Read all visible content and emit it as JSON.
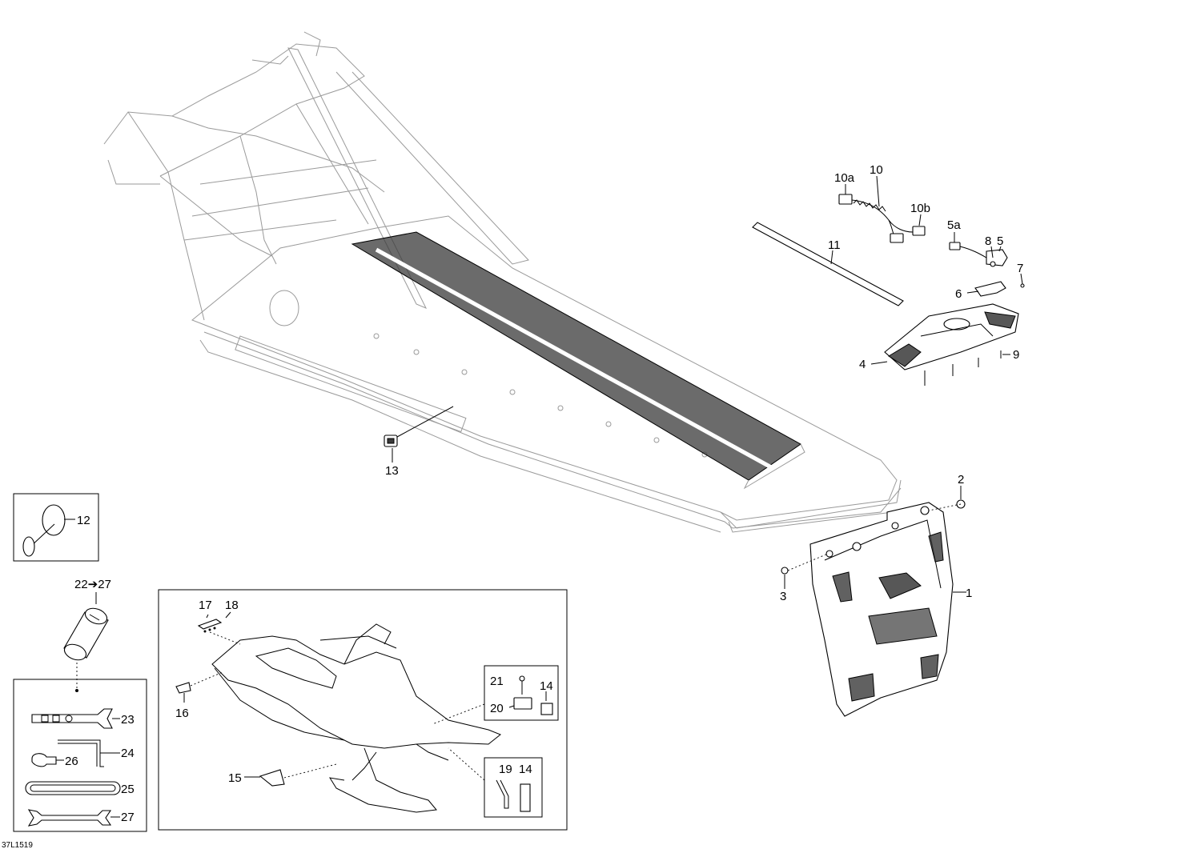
{
  "diagram_code": "37L1519",
  "callouts": {
    "c1": "1",
    "c2": "2",
    "c3": "3",
    "c4": "4",
    "c5": "5",
    "c5a": "5a",
    "c6": "6",
    "c7": "7",
    "c8": "8",
    "c9": "9",
    "c10": "10",
    "c10a": "10a",
    "c10b": "10b",
    "c11": "11",
    "c12": "12",
    "c13": "13",
    "c14a": "14",
    "c14b": "14",
    "c15": "15",
    "c16": "16",
    "c17": "17",
    "c18": "18",
    "c19": "19",
    "c20": "20",
    "c21": "21",
    "c22_27": "22➔27",
    "c23": "23",
    "c24": "24",
    "c25": "25",
    "c26": "26",
    "c27": "27"
  }
}
